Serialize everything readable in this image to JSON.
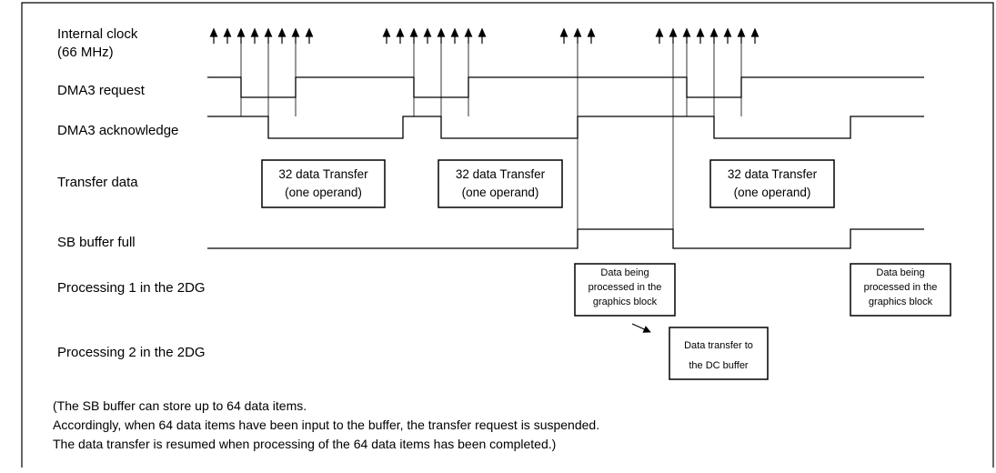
{
  "signals": {
    "clock": [
      "Internal clock",
      "(66 MHz)"
    ],
    "dma_request": "DMA3 request",
    "dma_ack": "DMA3 acknowledge",
    "transfer_data": "Transfer data",
    "sb_full": "SB buffer full",
    "proc1": "Processing 1 in the 2DG",
    "proc2": "Processing 2 in the 2DG"
  },
  "transfer_boxes": [
    [
      "32 data Transfer",
      "(one operand)"
    ],
    [
      "32 data Transfer",
      "(one operand)"
    ],
    [
      "32 data Transfer",
      "(one operand)"
    ]
  ],
  "processing_boxes": [
    [
      "Data being",
      "processed in the",
      "graphics block"
    ],
    [
      "Data being",
      "processed in the",
      "graphics block"
    ]
  ],
  "dc_box": [
    "Data transfer to",
    "the DC buffer"
  ],
  "note": [
    "(The SB buffer can store up to 64 data items.",
    "Accordingly, when 64 data items have been input to the buffer, the transfer request is suspended.",
    "The data transfer is resumed when processing of the 64 data items has been completed.)"
  ]
}
